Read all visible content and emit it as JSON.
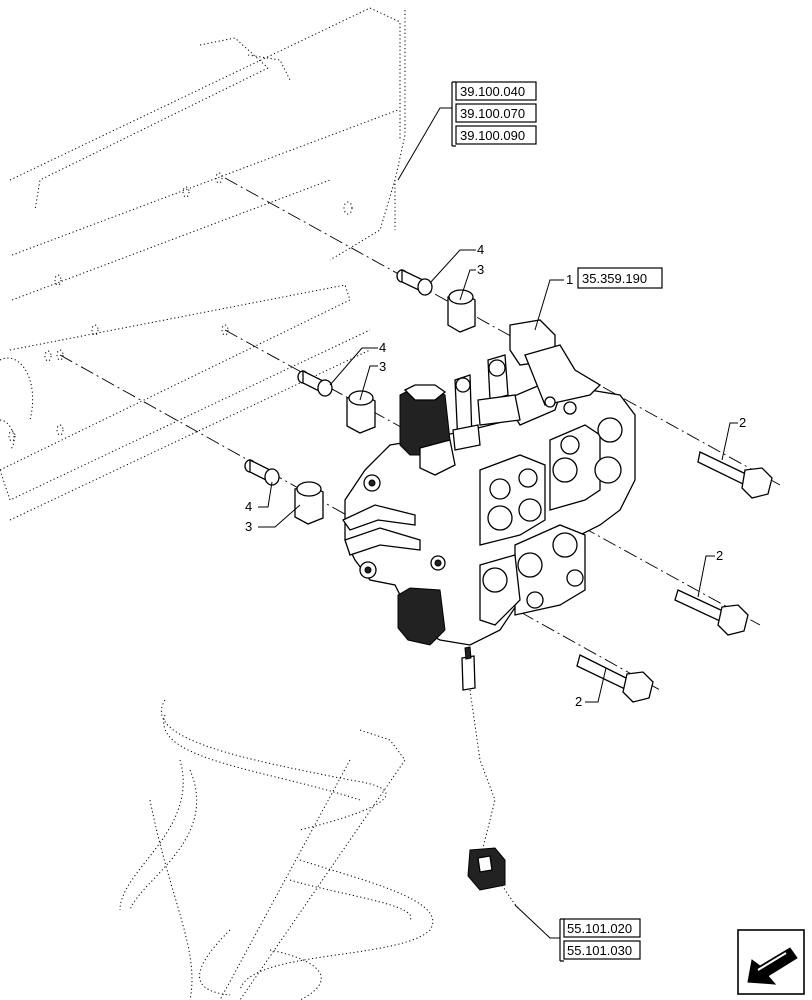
{
  "reference_groups": {
    "top_left": [
      "39.100.040",
      "39.100.070",
      "39.100.090"
    ],
    "assembly": "35.359.190",
    "bottom_right": [
      "55.101.020",
      "55.101.030"
    ]
  },
  "callouts": {
    "assembly_item": "1",
    "bolt_a": "2",
    "bolt_b": "2",
    "bolt_c": "2",
    "washer_top": "4",
    "spacer_top": "3",
    "washer_mid": "4",
    "spacer_mid": "3",
    "washer_low": "4",
    "spacer_low": "3"
  },
  "icons": {
    "navigation": "arrow-back-icon"
  }
}
